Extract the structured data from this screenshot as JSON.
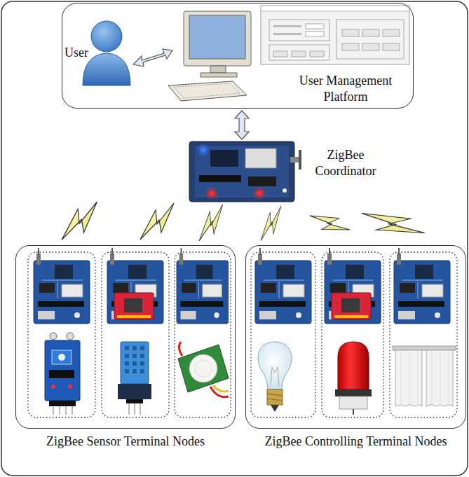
{
  "diagram": {
    "nodes": [
      {
        "text": [
          "User Management Platform"
        ]
      },
      {
        "text": [
          "ZigBee Coordinator"
        ]
      },
      {
        "text": [
          "ZigBee Sensor Terminal Nodes"
        ]
      },
      {
        "text": [
          "ZigBee Controlling Terminal Nodes"
        ]
      }
    ],
    "edges": [
      {
        "from": 0,
        "to": 1,
        "arrow": "both"
      }
    ],
    "labels": [
      "User"
    ]
  }
}
